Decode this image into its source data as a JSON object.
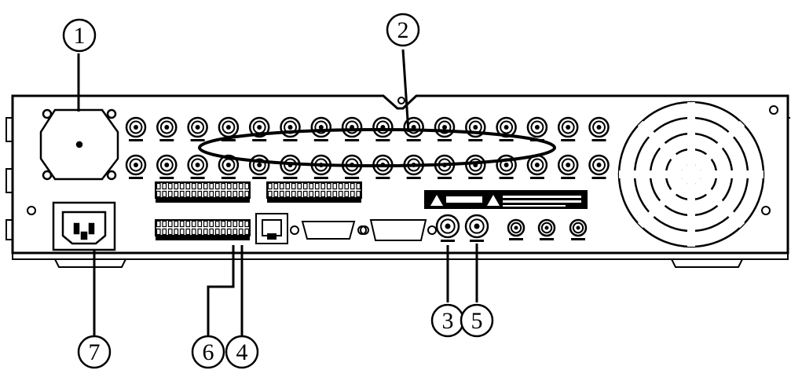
{
  "diagram": {
    "subject": "DVR rear panel",
    "callouts": [
      {
        "id": "1",
        "label": "1",
        "target": "cooling-fan-cover"
      },
      {
        "id": "2",
        "label": "2",
        "target": "bnc-video-connector-rows"
      },
      {
        "id": "3",
        "label": "3",
        "target": "bnc-output-connector"
      },
      {
        "id": "4",
        "label": "4",
        "target": "terminal-block-pin"
      },
      {
        "id": "5",
        "label": "5",
        "target": "bnc-spot-connector"
      },
      {
        "id": "6",
        "label": "6",
        "target": "terminal-block-pin"
      },
      {
        "id": "7",
        "label": "7",
        "target": "ac-power-inlet"
      }
    ]
  },
  "colors": {
    "ink": "#000000",
    "panel": "#ffffff",
    "highlight_ellipse": "#000000"
  }
}
